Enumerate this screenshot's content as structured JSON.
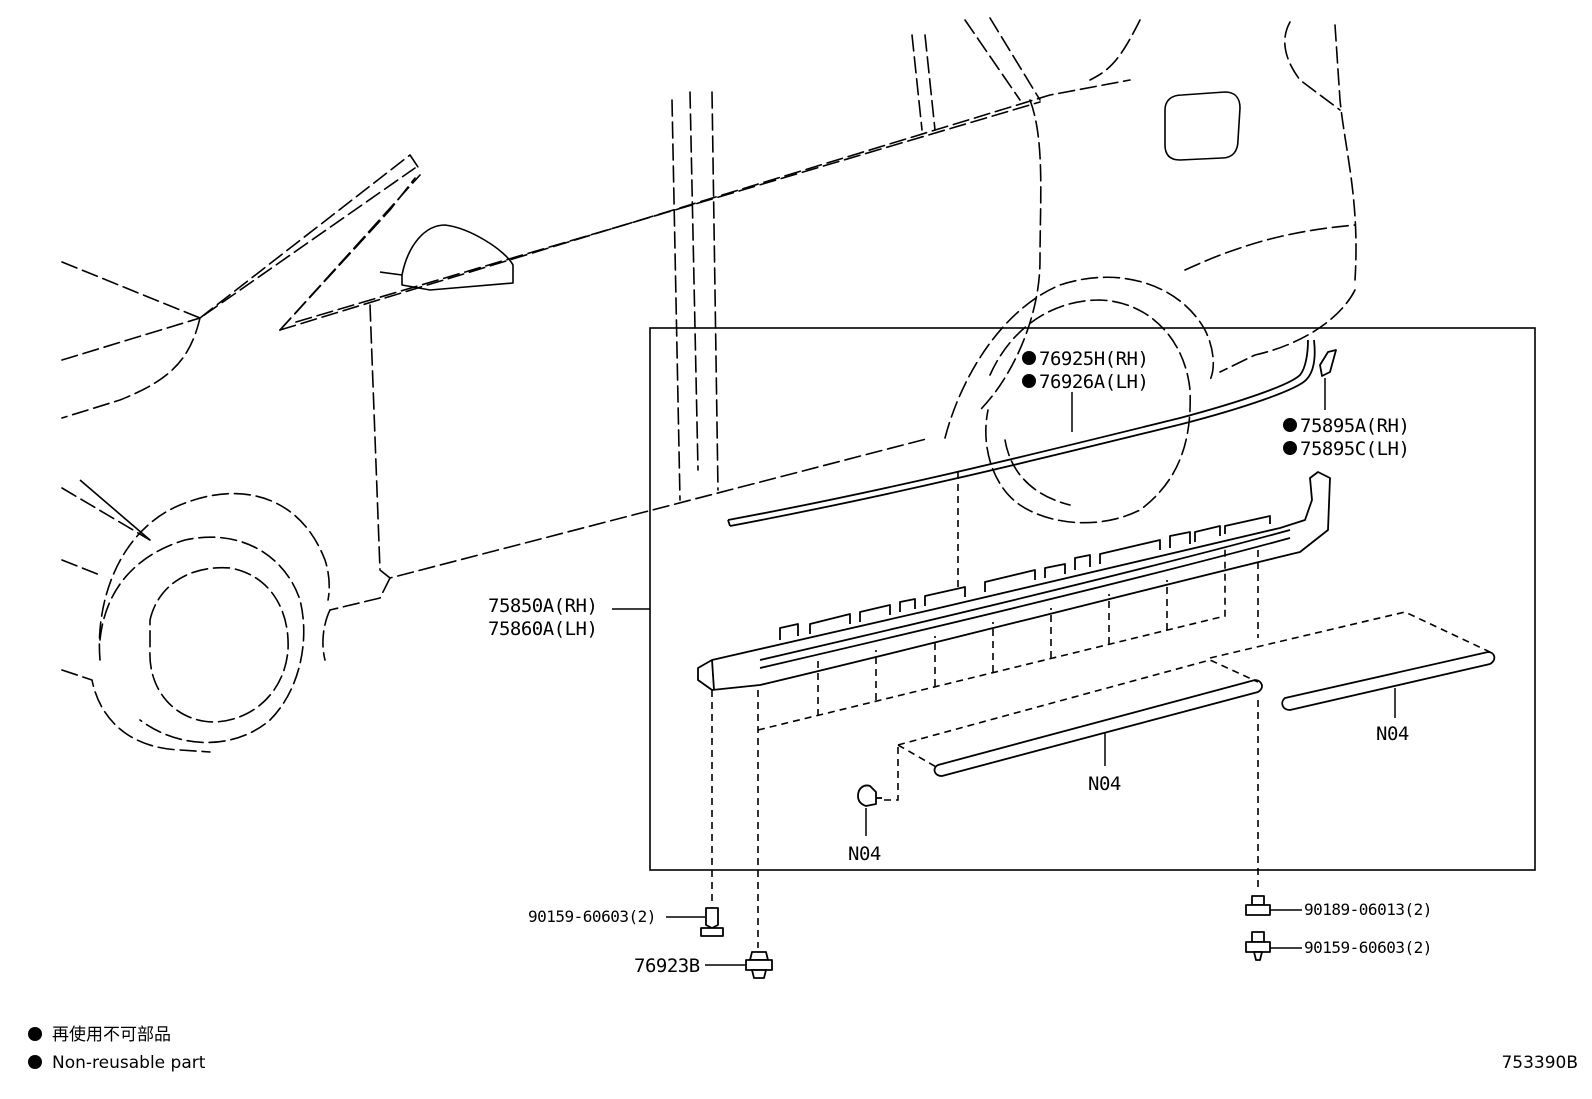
{
  "callouts": {
    "molding_rh": "76925H(RH)",
    "molding_lh": "76926A(LH)",
    "mudguard_rh": "75895A(RH)",
    "mudguard_lh": "75895C(LH)",
    "rocker_rh": "75850A(RH)",
    "rocker_lh": "75860A(LH)",
    "clip_n04_a": "N04",
    "clip_n04_b": "N04",
    "clip_n04_c": "N04",
    "screw_left": "90159-60603(2)",
    "clip_76923b": "76923B",
    "screw_right_top": "90189-06013(2)",
    "screw_right_bottom": "90159-60603(2)"
  },
  "legend": {
    "japanese": "再使用不可部品",
    "english": "Non-reusable part"
  },
  "illustration_code": "753390B"
}
